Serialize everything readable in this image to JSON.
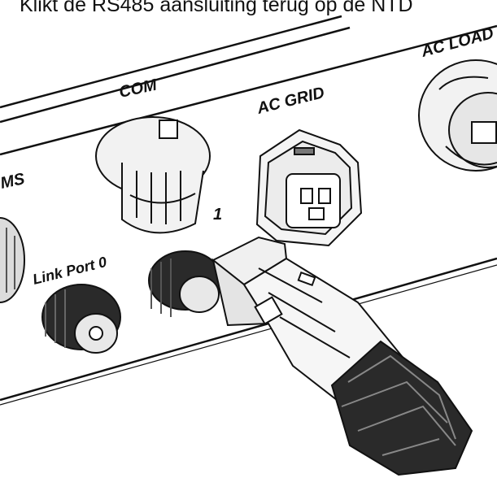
{
  "caption": "Klikt de RS485 aansluiting terug op de NTD",
  "labels": {
    "com": "COM",
    "ac_grid": "AC GRID",
    "ac_load": "AC LOAD",
    "link_port_0": "Link Port 0",
    "port_1": "1",
    "ms": "MS"
  },
  "colors": {
    "line": "#111111",
    "background": "#ffffff",
    "dark_fill": "#2a2a2a"
  },
  "icons": [
    "rs485-connector-plug-icon",
    "com-port-icon",
    "ac-grid-socket-icon",
    "ac-load-socket-icon",
    "link-port-0-socket-icon"
  ]
}
